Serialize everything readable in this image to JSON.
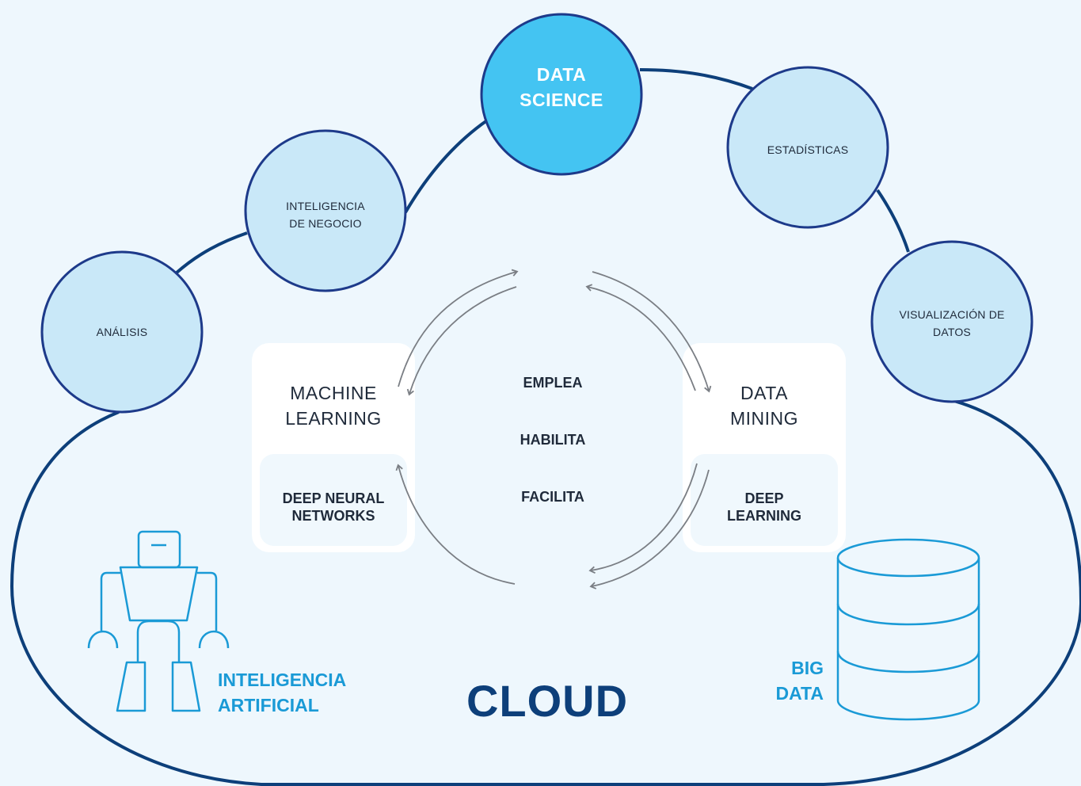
{
  "colors": {
    "background": "#eef7fd",
    "cloud_outline": "#0d3f7a",
    "bubble_fill": "#c9e8f8",
    "bubble_outline": "#1d3a8a",
    "main_bubble_fill": "#44c4f2",
    "icon_blue": "#1a9ad6",
    "arrow_gray": "#7a7e84",
    "card_fill": "#ffffff",
    "card_inner_fill": "#f0f8fd"
  },
  "bubbles": {
    "analisis": "ANÁLISIS",
    "inteligencia_negocio": "INTELIGENCIA\nDE NEGOCIO",
    "data_science": "DATA\nSCIENCE",
    "estadisticas": "ESTADÍSTICAS",
    "visualizacion": "VISUALIZACIÓN DE\nDATOS"
  },
  "cards": {
    "machine_learning": {
      "title": "MACHINE\nLEARNING",
      "sub": "DEEP NEURAL\nNETWORKS"
    },
    "data_mining": {
      "title": "DATA\nMINING",
      "sub": "DEEP\nLEARNING"
    }
  },
  "verbs": [
    "EMPLEA",
    "HABILITA",
    "FACILITA"
  ],
  "labels": {
    "ai": "INTELIGENCIA\nARTIFICIAL",
    "big_data": "BIG\nDATA",
    "cloud": "CLOUD"
  },
  "icons": {
    "robot": "robot-icon",
    "database": "database-icon"
  }
}
